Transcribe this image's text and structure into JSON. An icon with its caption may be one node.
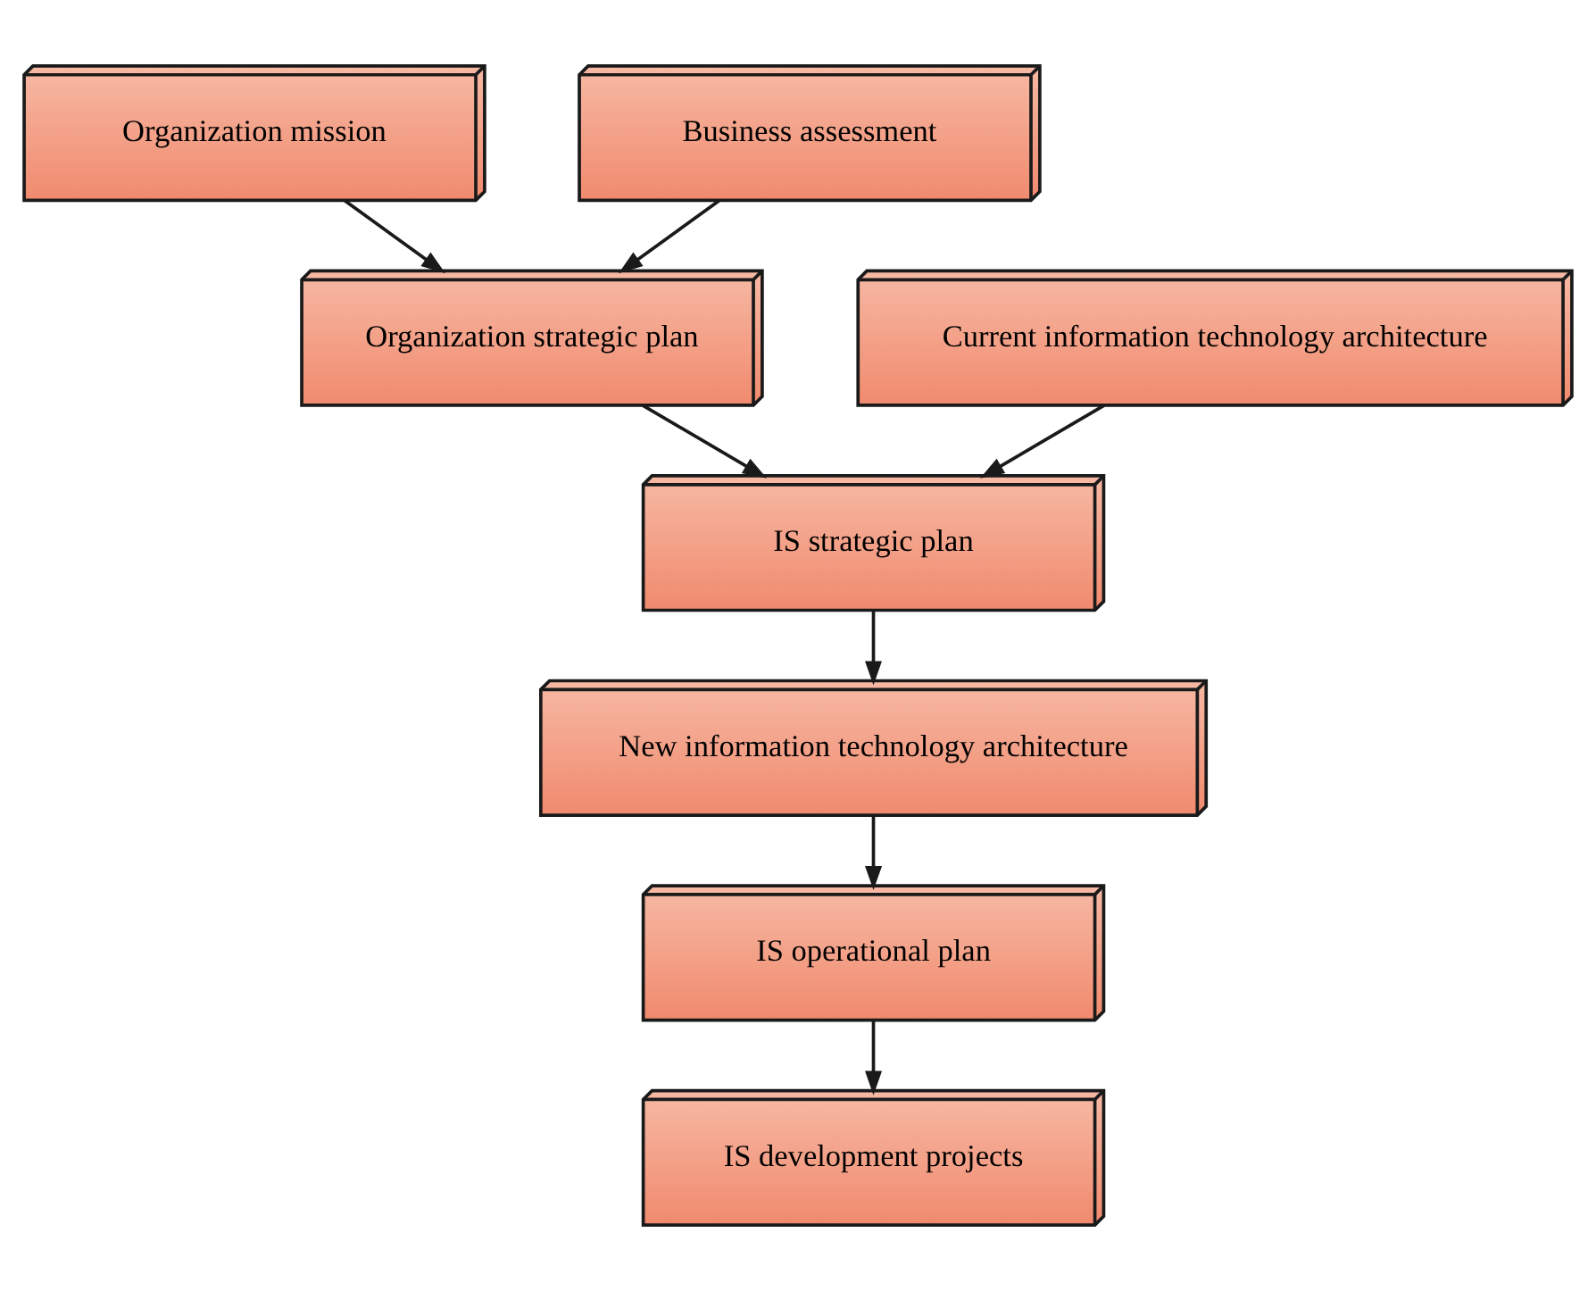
{
  "diagram": {
    "nodes": [
      {
        "text": [
          "Organization mission"
        ]
      },
      {
        "text": [
          "Business assessment"
        ]
      },
      {
        "text": [
          "Organization strategic plan"
        ]
      },
      {
        "text": [
          "Current information technology architecture"
        ]
      },
      {
        "text": [
          "IS strategic plan"
        ]
      },
      {
        "text": [
          "New information technology architecture"
        ]
      },
      {
        "text": [
          "IS operational plan"
        ]
      },
      {
        "text": [
          "IS development projects"
        ]
      }
    ],
    "edges": [
      {
        "from": 0,
        "to": 2,
        "arrow": "to"
      },
      {
        "from": 1,
        "to": 2,
        "arrow": "to"
      },
      {
        "from": 2,
        "to": 4,
        "arrow": "to"
      },
      {
        "from": 3,
        "to": 4,
        "arrow": "to"
      },
      {
        "from": 4,
        "to": 5,
        "arrow": "to"
      },
      {
        "from": 5,
        "to": 6,
        "arrow": "to"
      },
      {
        "from": 6,
        "to": 7,
        "arrow": "to"
      }
    ]
  }
}
